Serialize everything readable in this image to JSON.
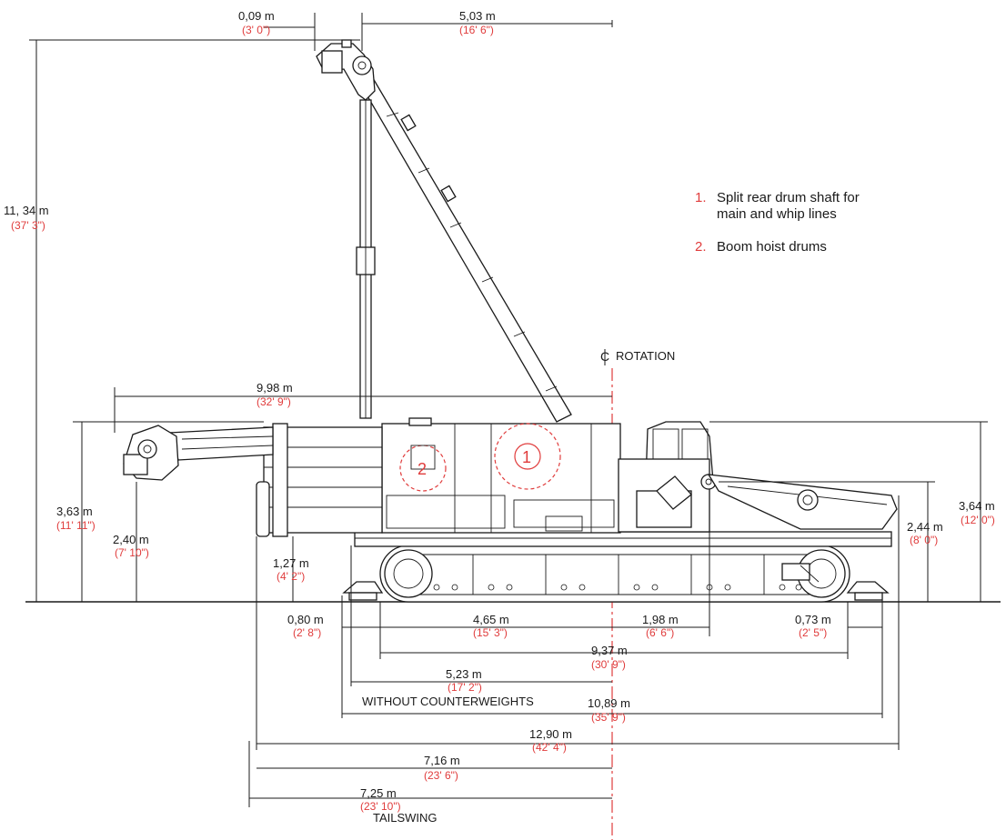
{
  "centerline_label": "ROTATION",
  "dimensions": {
    "boom_offset": {
      "metric": "0,09 m",
      "imperial": "(3' 0\")"
    },
    "boom_tip_to_center": {
      "metric": "5,03 m",
      "imperial": "(16' 6\")"
    },
    "overall_height": {
      "metric": "11, 34 m",
      "imperial": "(37' 3\")"
    },
    "jib_to_center": {
      "metric": "9,98 m",
      "imperial": "(32' 9\")"
    },
    "rear_height": {
      "metric": "3,63 m",
      "imperial": "(11' 11\")"
    },
    "jib_height": {
      "metric": "2,40 m",
      "imperial": "(7' 10\")"
    },
    "counterweight_clearance": {
      "metric": "1,27 m",
      "imperial": "(4' 2\")"
    },
    "front_height": {
      "metric": "3,64 m",
      "imperial": "(12' 0\")"
    },
    "boom_foot_height": {
      "metric": "2,44 m",
      "imperial": "(8' 0\")"
    },
    "rear_pad": {
      "metric": "0,80 m",
      "imperial": "(2' 8\")"
    },
    "track_rear_to_center": {
      "metric": "4,65 m",
      "imperial": "(15' 3\")"
    },
    "center_to_boom_foot": {
      "metric": "1,98 m",
      "imperial": "(6' 6\")"
    },
    "front_pad": {
      "metric": "0,73 m",
      "imperial": "(2' 5\")"
    },
    "track_length": {
      "metric": "9,37 m",
      "imperial": "(30' 9\")"
    },
    "tailswing_no_cw": {
      "metric": "5,23 m",
      "imperial": "(17' 2\")"
    },
    "overall_length_no_cw": {
      "metric": "10,89 m",
      "imperial": "(35' 9\")"
    },
    "overall_length": {
      "metric": "12,90 m",
      "imperial": "(42' 4\")"
    },
    "rear_to_center_a": {
      "metric": "7,16 m",
      "imperial": "(23' 6\")"
    },
    "tailswing": {
      "metric": "7,25 m",
      "imperial": "(23' 10\")"
    }
  },
  "labels": {
    "without_counterweights": "WITHOUT COUNTERWEIGHTS",
    "tailswing": "TAILSWING"
  },
  "legend": [
    {
      "num": "1.",
      "lines": [
        "Split rear drum shaft for",
        "main and whip lines"
      ]
    },
    {
      "num": "2.",
      "lines": [
        "Boom hoist drums"
      ]
    }
  ],
  "drum_markers": [
    "1",
    "2"
  ],
  "colors": {
    "line": "#1a1a1a",
    "accent": "#e03c3c",
    "background": "#ffffff"
  }
}
